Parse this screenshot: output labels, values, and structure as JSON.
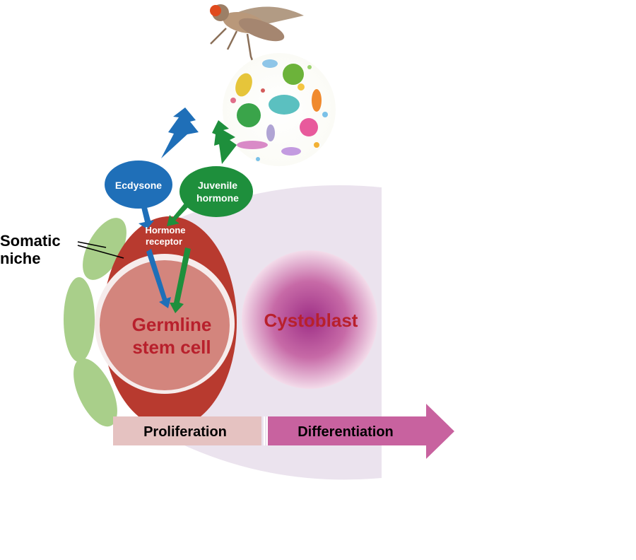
{
  "labels": {
    "somatic_niche_line1": "Somatic",
    "somatic_niche_line2": "niche",
    "ecdysone": "Ecdysone",
    "juvenile_hormone_line1": "Juvenile",
    "juvenile_hormone_line2": "hormone",
    "hormone_receptor_line1": "Hormone",
    "hormone_receptor_line2": "receptor",
    "germline_stem_cell_line1": "Germline",
    "germline_stem_cell_line2": "stem cell",
    "cystoblast": "Cystoblast",
    "proliferation": "Proliferation",
    "differentiation": "Differentiation"
  },
  "colors": {
    "ecdysone_blue": "#1f6fb8",
    "juvenile_green": "#1e8f3c",
    "receptor_red": "#b83a2f",
    "stem_cell_pink": "#d3857d",
    "text_red": "#b8202c",
    "cystoblast_magenta": "#9e2f86",
    "niche_green": "#a9cf8a",
    "background_lilac": "#ebe3ee",
    "proliferation_bar": "#e5c2c1",
    "differentiation_arrow": "#c8629f",
    "fly_body": "#b9987a"
  },
  "icons": {
    "fly": "fruit-fly-icon",
    "microbiome": "microbiome-icon",
    "lightning_blue": "lightning-bolt-icon",
    "lightning_green": "lightning-bolt-icon"
  }
}
